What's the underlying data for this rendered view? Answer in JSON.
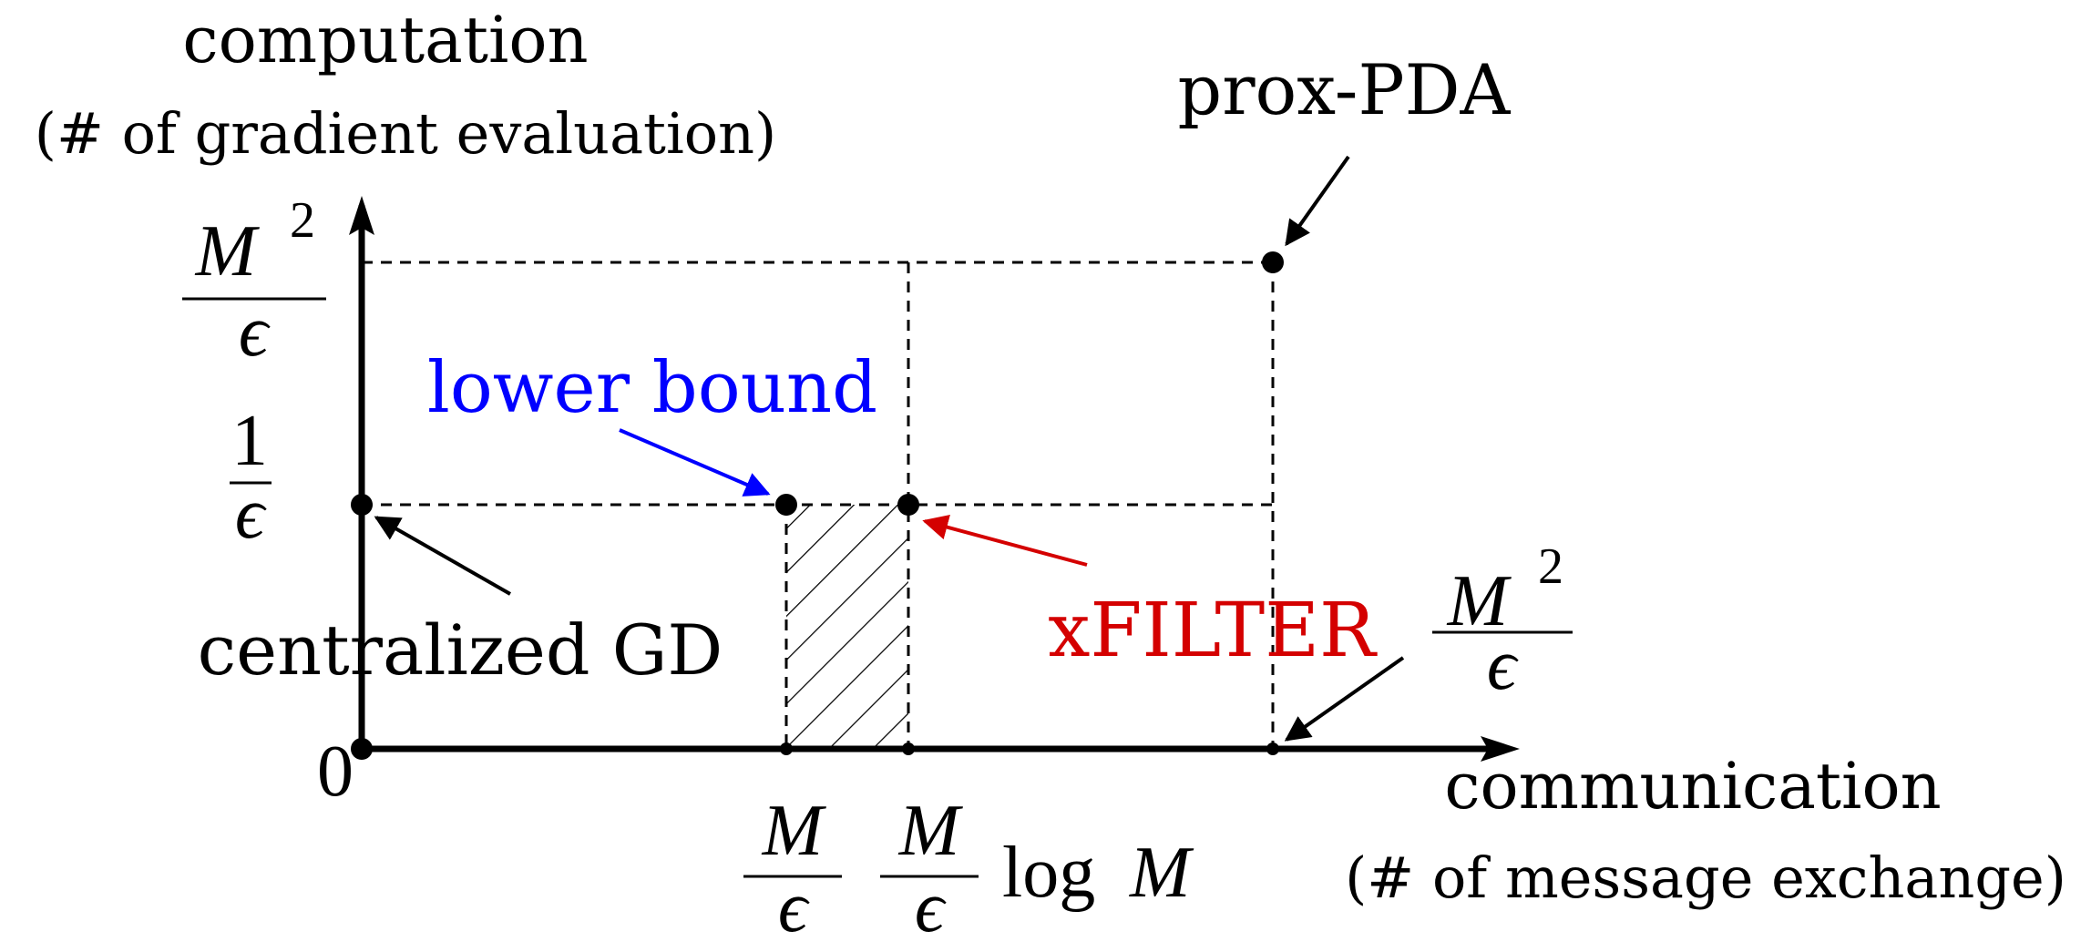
{
  "axes": {
    "y_title": "computation",
    "y_subtitle": "(# of gradient evaluation)",
    "x_title": "communication",
    "x_subtitle": "(# of message exchange)",
    "origin": "0"
  },
  "y_ticks": {
    "high": {
      "num": "M",
      "sup": "2",
      "den": "ϵ"
    },
    "mid": {
      "num": "1",
      "den": "ϵ"
    }
  },
  "x_ticks": {
    "first": {
      "num": "M",
      "den": "ϵ"
    },
    "second": {
      "num": "M",
      "den": "ϵ",
      "suffix": "log",
      "suffix_var": "M"
    },
    "third": {
      "num": "M",
      "sup": "2",
      "den": "ϵ"
    }
  },
  "annotations": {
    "prox_pda": "prox-PDA",
    "lower_bound": "lower bound",
    "centralized_gd": "centralized GD",
    "xfilter": "xFILTER"
  },
  "colors": {
    "axis": "#000000",
    "lower_bound": "#0000ff",
    "xfilter": "#d40000"
  }
}
